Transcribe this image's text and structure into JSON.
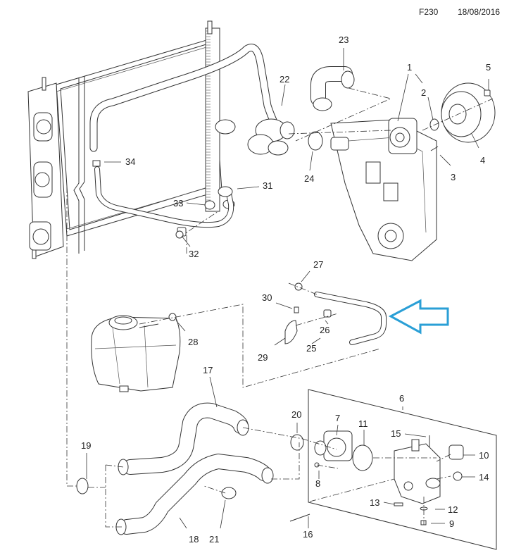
{
  "header": {
    "figure_code": "F230",
    "date": "18/08/2016"
  },
  "highlight_arrow": {
    "color": "#2a9fd6",
    "points_to": "25"
  },
  "callouts": [
    {
      "id": "1",
      "label": "1"
    },
    {
      "id": "2",
      "label": "2"
    },
    {
      "id": "3",
      "label": "3"
    },
    {
      "id": "4",
      "label": "4"
    },
    {
      "id": "5",
      "label": "5"
    },
    {
      "id": "6",
      "label": "6"
    },
    {
      "id": "7",
      "label": "7"
    },
    {
      "id": "8",
      "label": "8"
    },
    {
      "id": "9",
      "label": "9"
    },
    {
      "id": "10",
      "label": "10"
    },
    {
      "id": "11",
      "label": "11"
    },
    {
      "id": "12",
      "label": "12"
    },
    {
      "id": "13",
      "label": "13"
    },
    {
      "id": "14",
      "label": "14"
    },
    {
      "id": "15",
      "label": "15"
    },
    {
      "id": "16",
      "label": "16"
    },
    {
      "id": "17",
      "label": "17"
    },
    {
      "id": "18",
      "label": "18"
    },
    {
      "id": "19",
      "label": "19"
    },
    {
      "id": "20",
      "label": "20"
    },
    {
      "id": "21",
      "label": "21"
    },
    {
      "id": "22",
      "label": "22"
    },
    {
      "id": "23",
      "label": "23"
    },
    {
      "id": "24",
      "label": "24"
    },
    {
      "id": "25",
      "label": "25"
    },
    {
      "id": "26",
      "label": "26"
    },
    {
      "id": "27",
      "label": "27"
    },
    {
      "id": "28",
      "label": "28"
    },
    {
      "id": "29",
      "label": "29"
    },
    {
      "id": "30",
      "label": "30"
    },
    {
      "id": "31",
      "label": "31"
    },
    {
      "id": "32",
      "label": "32"
    },
    {
      "id": "33",
      "label": "33"
    },
    {
      "id": "34",
      "label": "34"
    }
  ]
}
